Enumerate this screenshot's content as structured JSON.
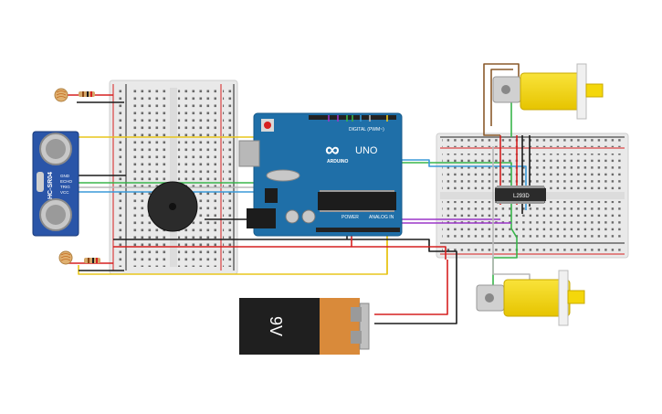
{
  "arduino": {
    "brand": "ARDUINO",
    "model": "UNO",
    "digital_label": "DIGITAL (PWM~)",
    "power_label": "POWER",
    "analog_label": "ANALOG IN",
    "logo_glyph": "∞"
  },
  "sensor": {
    "model": "HC-SR04",
    "pins": [
      "GND",
      "ECHO",
      "TRIG",
      "VCC"
    ]
  },
  "battery": {
    "label": "9V"
  },
  "driver_chip": {
    "label": "L293D"
  },
  "colors": {
    "breadboard": "#ededed",
    "arduino_blue": "#1f6fa8",
    "motor_yellow": "#f4d70b",
    "wire_red": "#d62020",
    "wire_black": "#1c1c1c",
    "wire_yellow": "#e8c61c",
    "wire_green": "#38b54a",
    "wire_blue": "#3a9ad9",
    "wire_purple": "#9b36c8",
    "wire_brown": "#8a5a2b",
    "wire_gray": "#b8b8b8"
  },
  "icons": [
    "ultrasonic-sensor-icon",
    "buzzer-icon",
    "photoresistor-icon",
    "dc-motor-icon",
    "battery-icon",
    "ic-chip-icon"
  ]
}
